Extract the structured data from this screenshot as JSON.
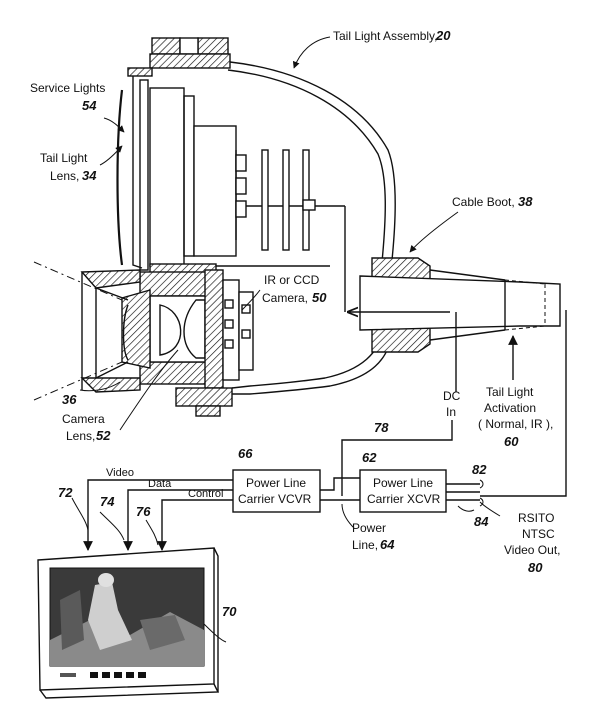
{
  "labels": {
    "tail_light_assembly": "Tail Light Assembly,",
    "tail_light_assembly_num": "20",
    "service_lights": "Service Lights",
    "service_lights_num": "54",
    "tail_light_lens_line1": "Tail Light",
    "tail_light_lens_line2": "Lens,",
    "tail_light_lens_num": "34",
    "cable_boot": "Cable Boot,",
    "cable_boot_num": "38",
    "camera_line1": "IR or CCD",
    "camera_line2": "Camera,",
    "camera_num": "50",
    "ref_36": "36",
    "camera_lens_line1": "Camera",
    "camera_lens_line2": "Lens,",
    "camera_lens_num": "52",
    "dc_in_line1": "DC",
    "dc_in_line2": "In",
    "activation_line1": "Tail Light",
    "activation_line2": "Activation",
    "activation_line3": "( Normal, IR ),",
    "activation_num": "60",
    "ref_78": "78",
    "ref_66": "66",
    "ref_62": "62",
    "ref_82": "82",
    "ref_84": "84",
    "ref_72": "72",
    "ref_74": "74",
    "ref_76": "76",
    "ref_70": "70",
    "video": "Video",
    "data": "Data",
    "control": "Control",
    "power_line_line1": "Power",
    "power_line_line2": "Line,",
    "power_line_num": "64",
    "rsito_line1": "RSITO",
    "rsito_line2": "NTSC",
    "rsito_line3": "Video Out,",
    "rsito_num": "80"
  },
  "boxes": {
    "vcvr_line1": "Power Line",
    "vcvr_line2": "Carrier VCVR",
    "xcvr_line1": "Power Line",
    "xcvr_line2": "Carrier XCVR"
  }
}
